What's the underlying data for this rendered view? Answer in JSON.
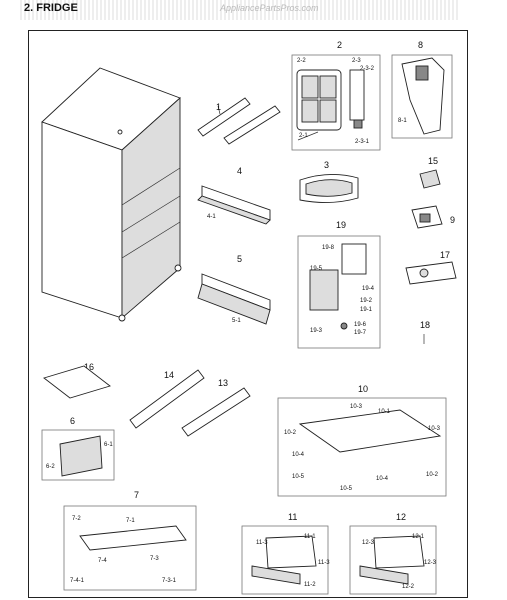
{
  "header": {
    "title": "2. FRIDGE",
    "watermark": "AppliancePartsPros.com"
  },
  "callouts": {
    "c1": "1",
    "c2": "2",
    "c2_2": "2-2",
    "c2_3": "2-3",
    "c2_3_2": "2-3-2",
    "c2_1": "2-1",
    "c2_3_1": "2-3-1",
    "c3": "3",
    "c4": "4",
    "c4_1": "4-1",
    "c5": "5",
    "c5_1": "5-1",
    "c6": "6",
    "c6_1": "6-1",
    "c6_2": "6-2",
    "c7": "7",
    "c7_1": "7-1",
    "c7_2": "7-2",
    "c7_3": "7-3",
    "c7_4": "7-4",
    "c7_4_1": "7-4-1",
    "c7_3_1": "7-3-1",
    "c8": "8",
    "c8_1": "8-1",
    "c9": "9",
    "c10": "10",
    "c10_1": "10-1",
    "c10_2a": "10-2",
    "c10_2b": "10-2",
    "c10_3a": "10-3",
    "c10_3b": "10-3",
    "c10_4a": "10-4",
    "c10_4b": "10-4",
    "c10_5a": "10-5",
    "c10_5b": "10-5",
    "c11": "11",
    "c11_1": "11-1",
    "c11_2": "11-2",
    "c11_3a": "11-3",
    "c11_3b": "11-3",
    "c12": "12",
    "c12_1": "12-1",
    "c12_2": "12-2",
    "c12_3a": "12-3",
    "c12_3b": "12-3",
    "c13": "13",
    "c14": "14",
    "c15": "15",
    "c16": "16",
    "c17": "17",
    "c18": "18",
    "c19": "19",
    "c19_1": "19-1",
    "c19_2": "19-2",
    "c19_3": "19-3",
    "c19_4": "19-4",
    "c19_5": "19-5",
    "c19_6": "19-6",
    "c19_7": "19-7",
    "c19_8": "19-8"
  }
}
